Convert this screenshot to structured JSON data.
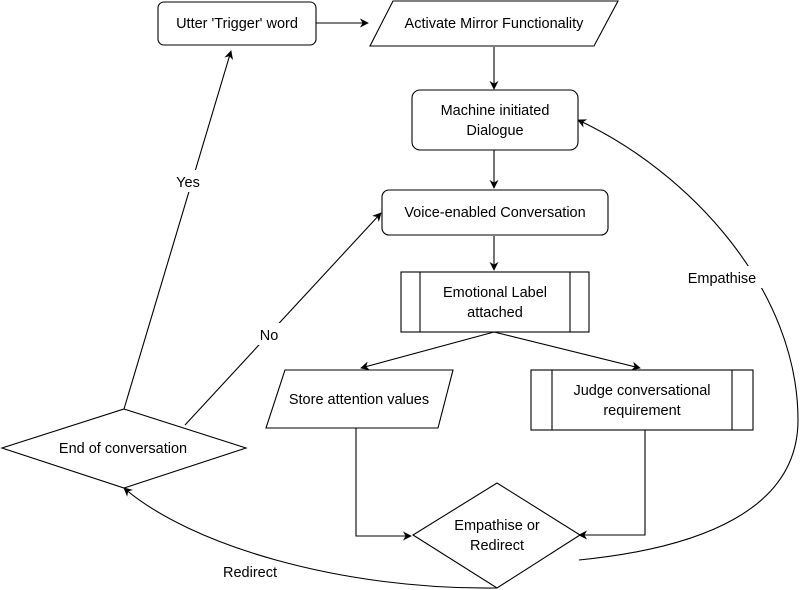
{
  "nodes": {
    "trigger": {
      "label": "Utter 'Trigger' word"
    },
    "activate": {
      "label": "Activate Mirror Functionality"
    },
    "machine_dialogue": {
      "line1": "Machine initiated",
      "line2": "Dialogue"
    },
    "voice_conversation": {
      "label": "Voice-enabled Conversation"
    },
    "emotional_label": {
      "line1": "Emotional Label",
      "line2": "attached"
    },
    "store_attention": {
      "label": "Store attention values"
    },
    "judge_requirement": {
      "line1": "Judge conversational",
      "line2": "requirement"
    },
    "end_conversation": {
      "label": "End of conversation"
    },
    "empathise_redirect": {
      "line1": "Empathise or",
      "line2": "Redirect"
    }
  },
  "edge_labels": {
    "yes": "Yes",
    "no": "No",
    "empathise": "Empathise",
    "redirect": "Redirect"
  }
}
